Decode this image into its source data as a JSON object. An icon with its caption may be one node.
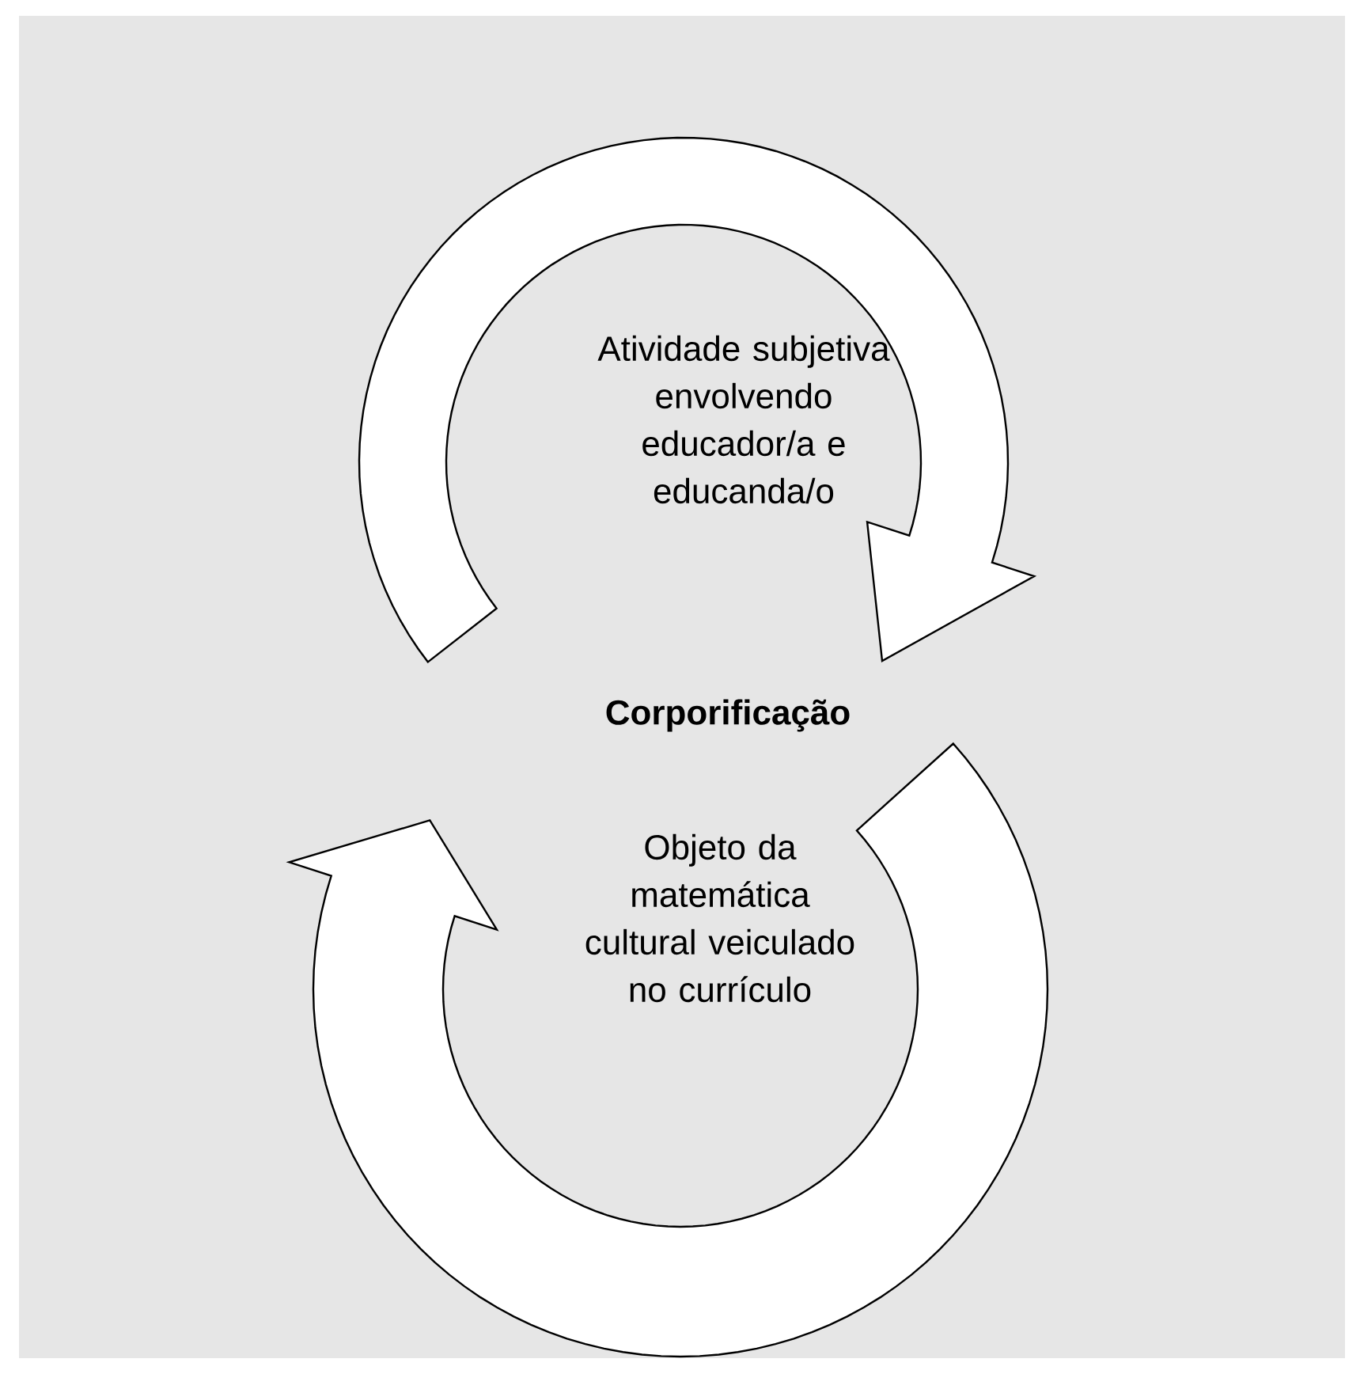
{
  "diagram": {
    "labels": [
      "Atividade subjetiva envolvendo educador/a e educanda/o",
      "Corporificação",
      "Objeto da matemática cultural veiculado no currículo"
    ]
  }
}
